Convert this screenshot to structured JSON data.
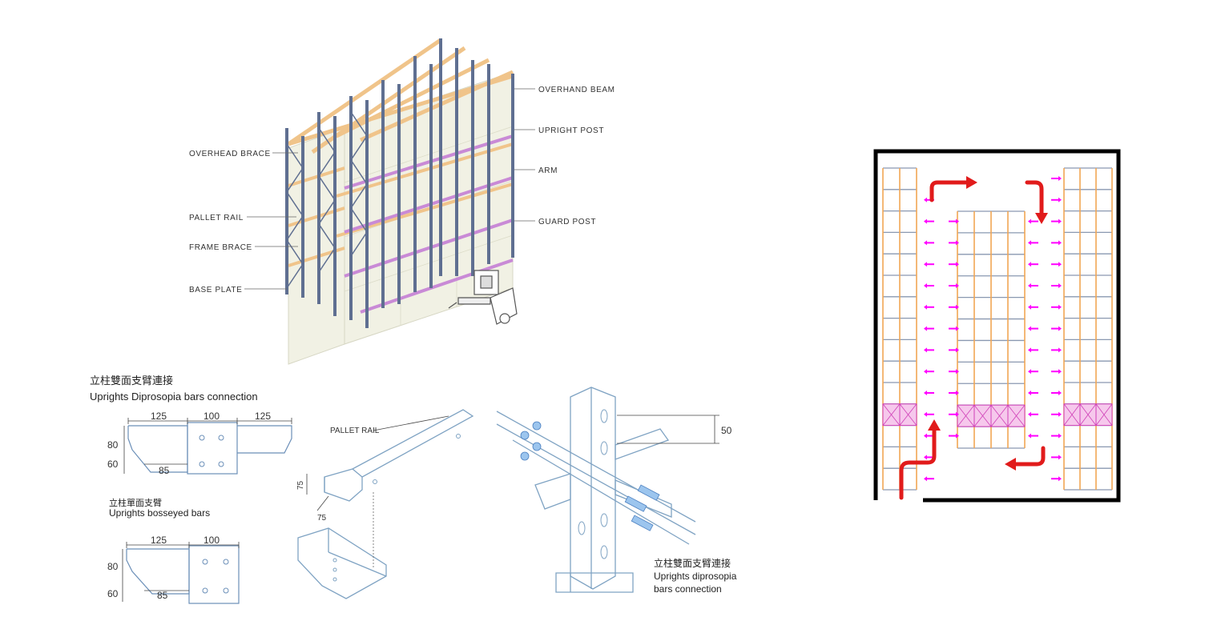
{
  "rack_labels": {
    "overhand_beam": "OVERHAND BEAM",
    "upright_post": "UPRIGHT POST",
    "arm": "ARM",
    "guard_post": "GUARD POST",
    "overhead_brace": "OVERHEAD BRACE",
    "pallet_rail": "PALLET RAIL",
    "frame_brace": "FRAME BRACE",
    "base_plate": "BASE PLATE"
  },
  "captions": {
    "dual_cn": "立柱雙面支臂連接",
    "dual_en": "Uprights Diprosopia bars connection",
    "single_cn": "立柱單面支臂",
    "single_en": "Uprights bosseyed bars",
    "iso_cn": "立柱雙面支臂連接",
    "iso_en_1": "Uprights diprosopia",
    "iso_en_2": "bars connection"
  },
  "dims": {
    "d125a": "125",
    "d100a": "100",
    "d125b": "125",
    "d80a": "80",
    "d60a": "60",
    "d85a": "85",
    "d125c": "125",
    "d100b": "100",
    "d80b": "80",
    "d60b": "60",
    "d85b": "85",
    "pallet_rail": "PALLET RAIL",
    "d75a": "75",
    "d75b": "75",
    "d50": "50"
  },
  "colors": {
    "upright": "#5f6f91",
    "beam": "#f0c48a",
    "pallet_rail": "#c98ad6",
    "load": "#eeeedd",
    "line_art": "#7fa3c3",
    "flow_arrow": "#e11b1b",
    "pick_arrow": "#ff00ff",
    "rack_plan": "#f2a654",
    "outline": "#000000"
  }
}
